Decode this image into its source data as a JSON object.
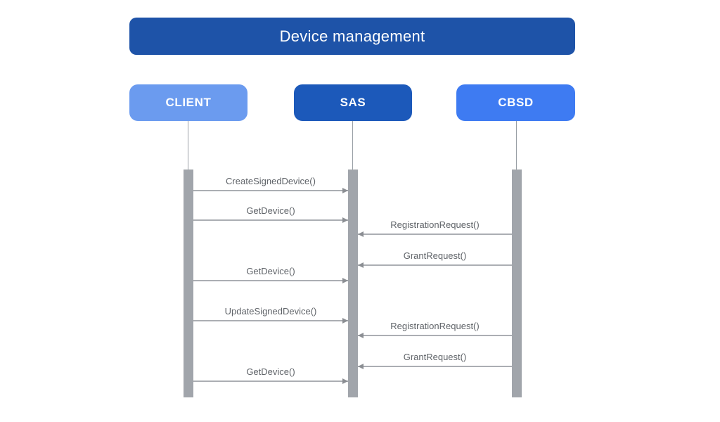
{
  "title": {
    "text": "Device management"
  },
  "actors": [
    {
      "id": "client",
      "label": "CLIENT",
      "color": "#6b9bef"
    },
    {
      "id": "sas",
      "label": "SAS",
      "color": "#1c59ba"
    },
    {
      "id": "cbsd",
      "label": "CBSD",
      "color": "#3e7bf2"
    }
  ],
  "messages": [
    {
      "label": "CreateSignedDevice()",
      "from": "CLIENT",
      "to": "SAS"
    },
    {
      "label": "GetDevice()",
      "from": "CLIENT",
      "to": "SAS"
    },
    {
      "label": "RegistrationRequest()",
      "from": "CBSD",
      "to": "SAS"
    },
    {
      "label": "GrantRequest()",
      "from": "CBSD",
      "to": "SAS"
    },
    {
      "label": "GetDevice()",
      "from": "CLIENT",
      "to": "SAS"
    },
    {
      "label": "UpdateSignedDevice()",
      "from": "CLIENT",
      "to": "SAS"
    },
    {
      "label": "RegistrationRequest()",
      "from": "CBSD",
      "to": "SAS"
    },
    {
      "label": "GrantRequest()",
      "from": "CBSD",
      "to": "SAS"
    },
    {
      "label": "GetDevice()",
      "from": "CLIENT",
      "to": "SAS"
    }
  ],
  "colors": {
    "title-bg": "#1e53a8",
    "client-bg": "#6b9bef",
    "sas-bg": "#1c59ba",
    "cbsd-bg": "#3e7bf2",
    "lifeline": "#9aa0a6",
    "activation-bar": "#a1a5ab",
    "arrow": "#abaeb3",
    "arrowhead": "#8b8e93",
    "message-text": "#5f6368"
  }
}
